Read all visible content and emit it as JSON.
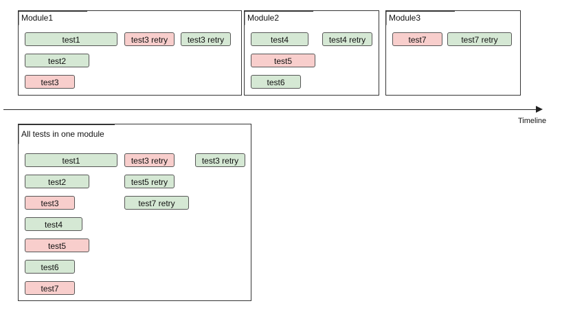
{
  "modules": [
    {
      "label": "Module1",
      "tests": [
        {
          "label": "test1",
          "status": "pass"
        },
        {
          "label": "test3 retry",
          "status": "fail"
        },
        {
          "label": "test3 retry",
          "status": "pass"
        },
        {
          "label": "test2",
          "status": "pass"
        },
        {
          "label": "test3",
          "status": "fail"
        }
      ]
    },
    {
      "label": "Module2",
      "tests": [
        {
          "label": "test4",
          "status": "pass"
        },
        {
          "label": "test4 retry",
          "status": "pass"
        },
        {
          "label": "test5",
          "status": "fail"
        },
        {
          "label": "test6",
          "status": "pass"
        }
      ]
    },
    {
      "label": "Module3",
      "tests": [
        {
          "label": "test7",
          "status": "fail"
        },
        {
          "label": "test7 retry",
          "status": "pass"
        }
      ]
    }
  ],
  "timeline": {
    "label": "Timeline"
  },
  "combined": {
    "label": "All tests in one module",
    "tests": [
      {
        "label": "test1",
        "status": "pass"
      },
      {
        "label": "test3 retry",
        "status": "fail"
      },
      {
        "label": "test3 retry",
        "status": "pass"
      },
      {
        "label": "test2",
        "status": "pass"
      },
      {
        "label": "test5 retry",
        "status": "pass"
      },
      {
        "label": "test3",
        "status": "fail"
      },
      {
        "label": "test7 retry",
        "status": "pass"
      },
      {
        "label": "test4",
        "status": "pass"
      },
      {
        "label": "test5",
        "status": "fail"
      },
      {
        "label": "test6",
        "status": "pass"
      },
      {
        "label": "test7",
        "status": "fail"
      }
    ]
  },
  "colors": {
    "pass": "#d5e8d4",
    "fail": "#f8cecc",
    "border": "#555555",
    "frame": "#333333"
  }
}
